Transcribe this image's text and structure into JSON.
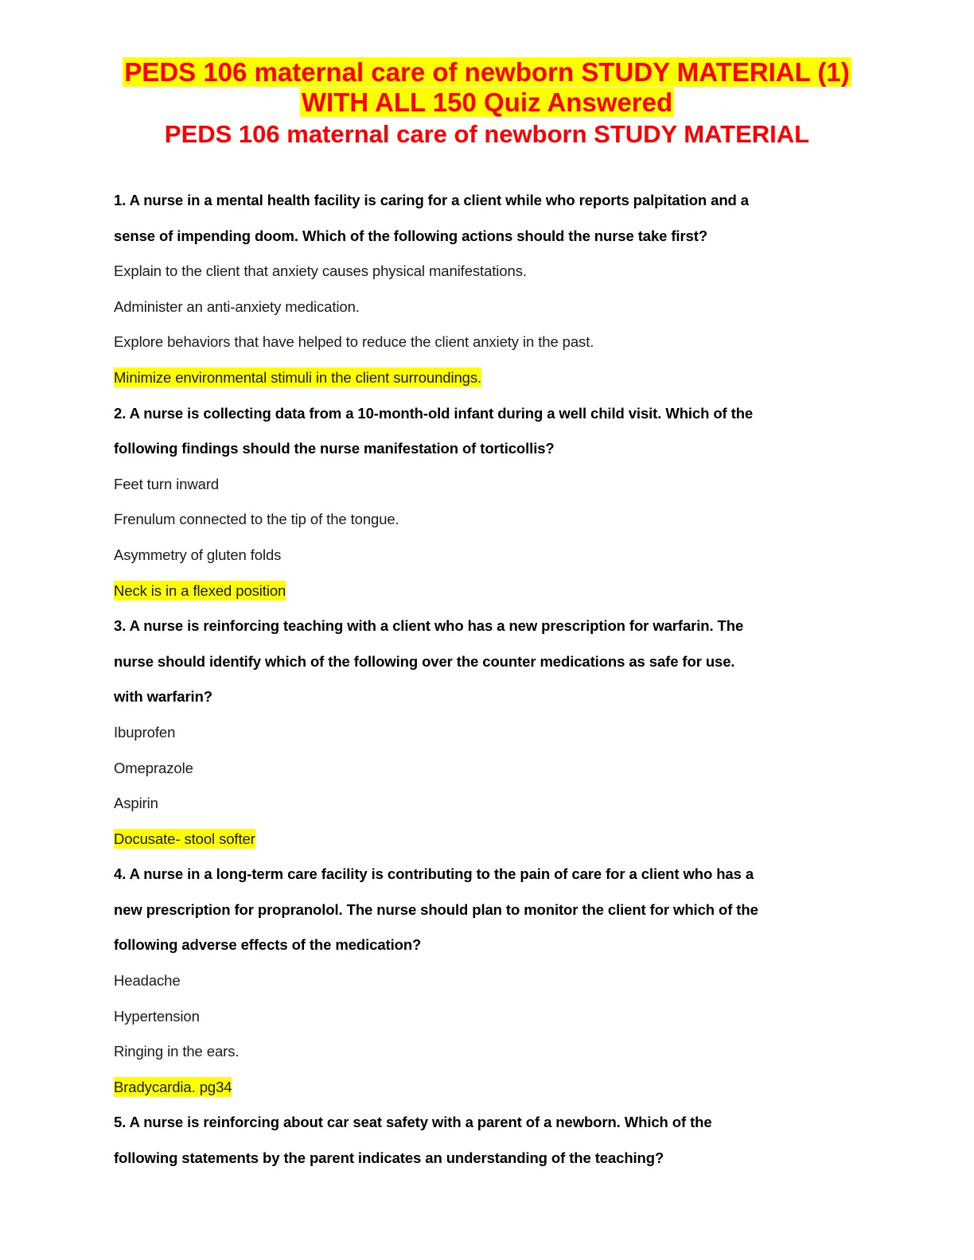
{
  "header": {
    "title_line1": "PEDS 106 maternal care of newborn STUDY MATERIAL (1)",
    "title_line2": "WITH ALL 150 Quiz Answered",
    "subtitle": "PEDS 106 maternal care of newborn STUDY MATERIAL"
  },
  "questions": [
    {
      "lines": [
        "1. A nurse in a mental health facility is caring for a client while who reports palpitation and a",
        "sense of impending doom. Which of the following actions should the nurse take first?"
      ],
      "options": [
        "Explain to the client that anxiety causes physical manifestations.",
        "Administer an anti-anxiety medication.",
        "Explore behaviors that have helped to reduce the client anxiety in the past.",
        "Minimize environmental stimuli in the client surroundings."
      ],
      "answer_index": 3
    },
    {
      "lines": [
        "2. A nurse is collecting data from a 10-month-old infant during a well child visit. Which of the",
        "following findings should the nurse manifestation of torticollis?"
      ],
      "options": [
        "Feet turn inward",
        "Frenulum connected to the tip of the tongue.",
        "Asymmetry of gluten folds",
        "Neck is in a flexed position"
      ],
      "answer_index": 3
    },
    {
      "lines": [
        "3. A nurse is reinforcing teaching with a client who has a new prescription for warfarin. The",
        "nurse should identify which of the following over the counter medications as safe for use.",
        "with warfarin?"
      ],
      "options": [
        "Ibuprofen",
        "Omeprazole",
        "Aspirin",
        "Docusate- stool softer"
      ],
      "answer_index": 3
    },
    {
      "lines": [
        "4. A nurse in a long-term care facility is contributing to the pain of care for a client who has a",
        "new prescription for propranolol. The nurse should plan to monitor the client for which of the",
        "following adverse effects of the medication?"
      ],
      "options": [
        "Headache",
        "Hypertension",
        "Ringing in the ears.",
        "Bradycardia. pg34"
      ],
      "answer_index": 3
    },
    {
      "lines": [
        "5. A nurse is reinforcing about car seat safety with a parent of a newborn. Which of the",
        "following statements by the parent indicates an understanding of the teaching?"
      ],
      "options": [],
      "answer_index": -1
    }
  ],
  "colors": {
    "title": "#ff0000",
    "highlight": "#ffff00"
  }
}
